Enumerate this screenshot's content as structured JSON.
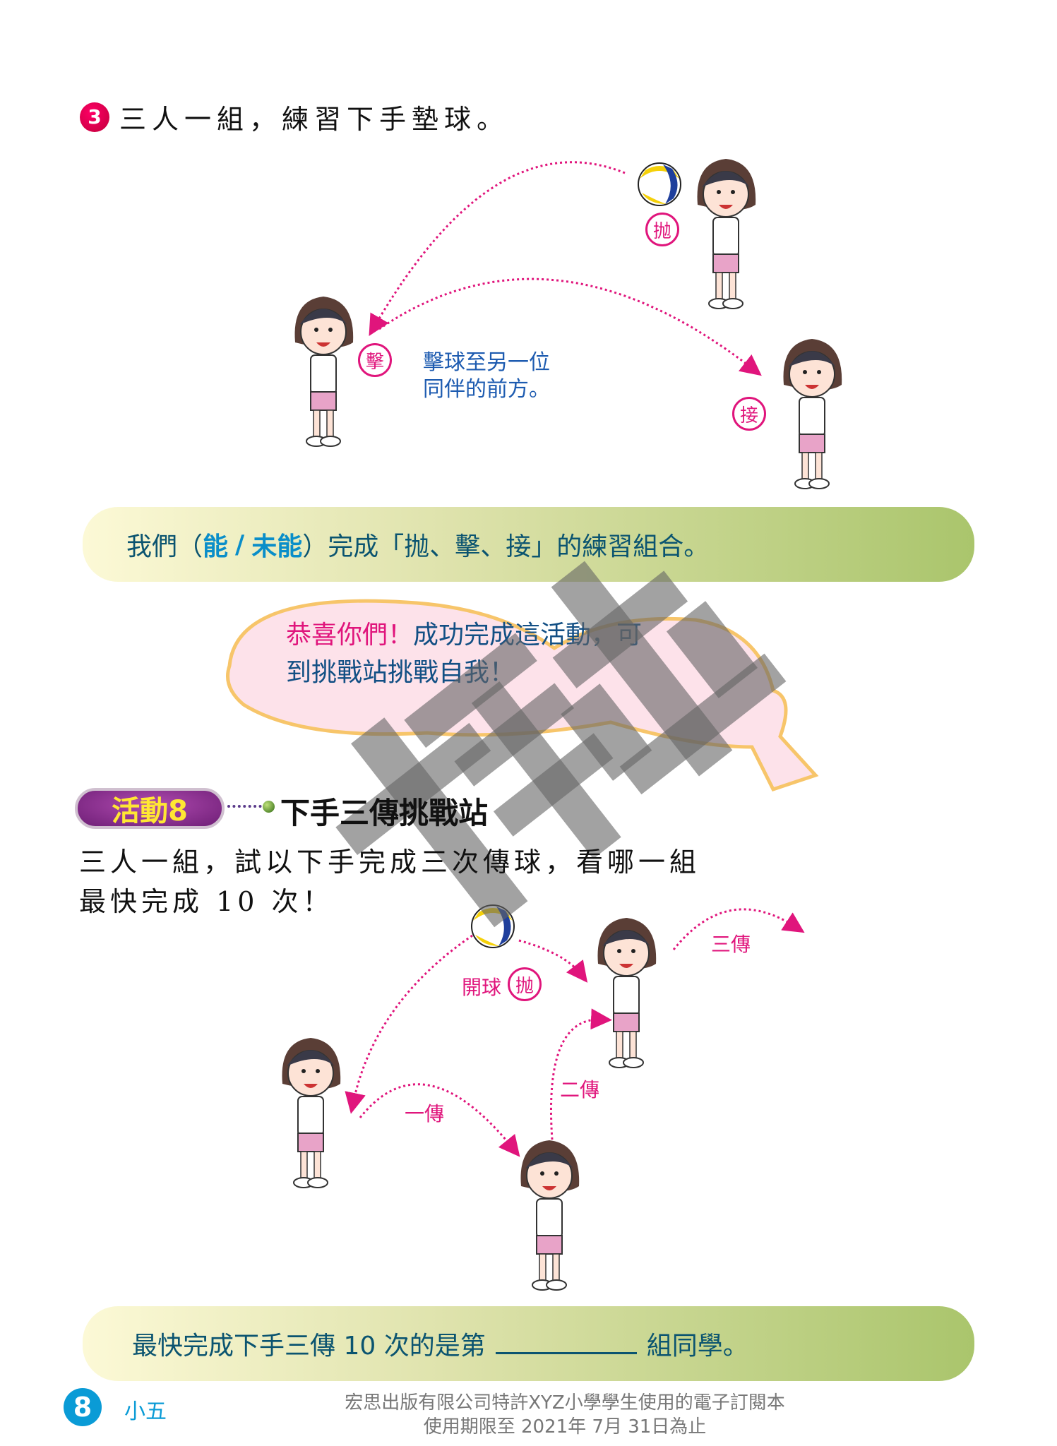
{
  "step": {
    "number": "3",
    "text": "三人一組，練習下手墊球。"
  },
  "labels_top": {
    "throw": "抛",
    "hit": "擊",
    "receive": "接",
    "note_line1": "擊球至另一位",
    "note_line2": "同伴的前方。"
  },
  "bar1": {
    "pre": "我們（",
    "opt1": "能",
    "sep": "/",
    "opt2": "未能",
    "post": "）完成「抛、擊、接」的練習組合。"
  },
  "bubble": {
    "line1_pink": "恭喜你們！",
    "line1_rest": "成功完成這活動，可",
    "line2": "到挑戰站挑戰自我！"
  },
  "activity": {
    "badge": "活動8",
    "title": "下手三傳挑戰站",
    "line1": "三人一組，試以下手完成三次傳球，看哪一組",
    "line2": "最快完成 10 次！"
  },
  "labels_bottom": {
    "serve": "開球",
    "throw": "抛",
    "pass1": "一傳",
    "pass2": "二傳",
    "pass3": "三傳"
  },
  "bar2": {
    "pre": "最快完成下手三傳 10 次的是第",
    "post": "組同學。"
  },
  "footer": {
    "page": "8",
    "grade": "小五",
    "copy1": "宏思出版有限公司特許XYZ小學學生使用的電子訂閱本",
    "copy2": "使用期限至 2021年 7月 31日為止"
  },
  "watermark": "樣本",
  "colors": {
    "accent": "#e0157c",
    "blue": "#0a9bd6",
    "dark_teal": "#0b5470"
  }
}
